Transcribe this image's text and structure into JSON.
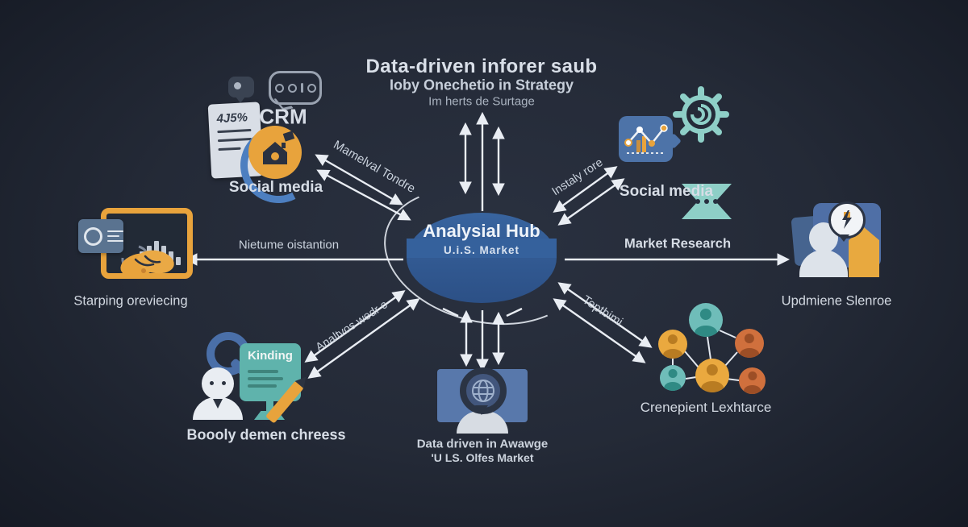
{
  "title": {
    "line1": "Data-driven inforer saub",
    "line2": "Ioby Onechetio in Strategy",
    "line3": "Im herts de Surtage"
  },
  "hub": {
    "title": "Analysial Hub",
    "subtitle": "U.i.S. Market"
  },
  "clusters": {
    "crm": {
      "label": "CRM",
      "doc_text": "4J5%",
      "caption": "Social media"
    },
    "social_right": {
      "caption": "Social media"
    },
    "reporting": {
      "caption": "Starping oreviecing"
    },
    "audience": {
      "caption": "Updmiene Slenroe"
    },
    "kinding": {
      "board_title": "Kinding",
      "caption": "Boooly demen chreess"
    },
    "search": {
      "caption_line1": "Data driven in Awawge",
      "caption_line2": "'U LS. Olfes Market"
    },
    "network": {
      "caption": "Crenepient Lexhtarce"
    }
  },
  "arrow_labels": {
    "left": "Nietume oistantion",
    "right": "Market Research",
    "top_left": "Mamelval Tondre",
    "top_right": "Instaly rore",
    "bottom_left": "Analtvos wedr c",
    "bottom_right": "Teptbimi"
  },
  "icons": {
    "ellipsis_bubble": "speech bubble with dots",
    "chat_pin": "dark chat pin",
    "document": "report sheet",
    "house": "home glyph in orange circle",
    "line_chart": "line chart panel",
    "gear": "gear wheel",
    "spool": "spool with three dots",
    "monitor_bars": "monitor with bar chart",
    "lens_panel": "lens and list panel",
    "handshake": "handshake",
    "magnifier": "magnifying glass",
    "analyst_person": "person with tie",
    "board": "presentation board",
    "pencil": "pencil",
    "globe_magnifier": "magnifier over globe",
    "silhouette": "person silhouette",
    "pin_lightning": "location pin with lightning bolt",
    "network_people": "connected people network"
  },
  "colors": {
    "background": "#232936",
    "hub_top": "#4a7cbe",
    "hub_side": "#35619c",
    "orange": "#e8a33c",
    "dark_orange": "#d0703d",
    "teal": "#7cc0bb",
    "board_teal": "#5fb3ac",
    "panel_blue": "#4d73a8",
    "arrow": "#e9edf3",
    "text": "#d7dde6"
  }
}
